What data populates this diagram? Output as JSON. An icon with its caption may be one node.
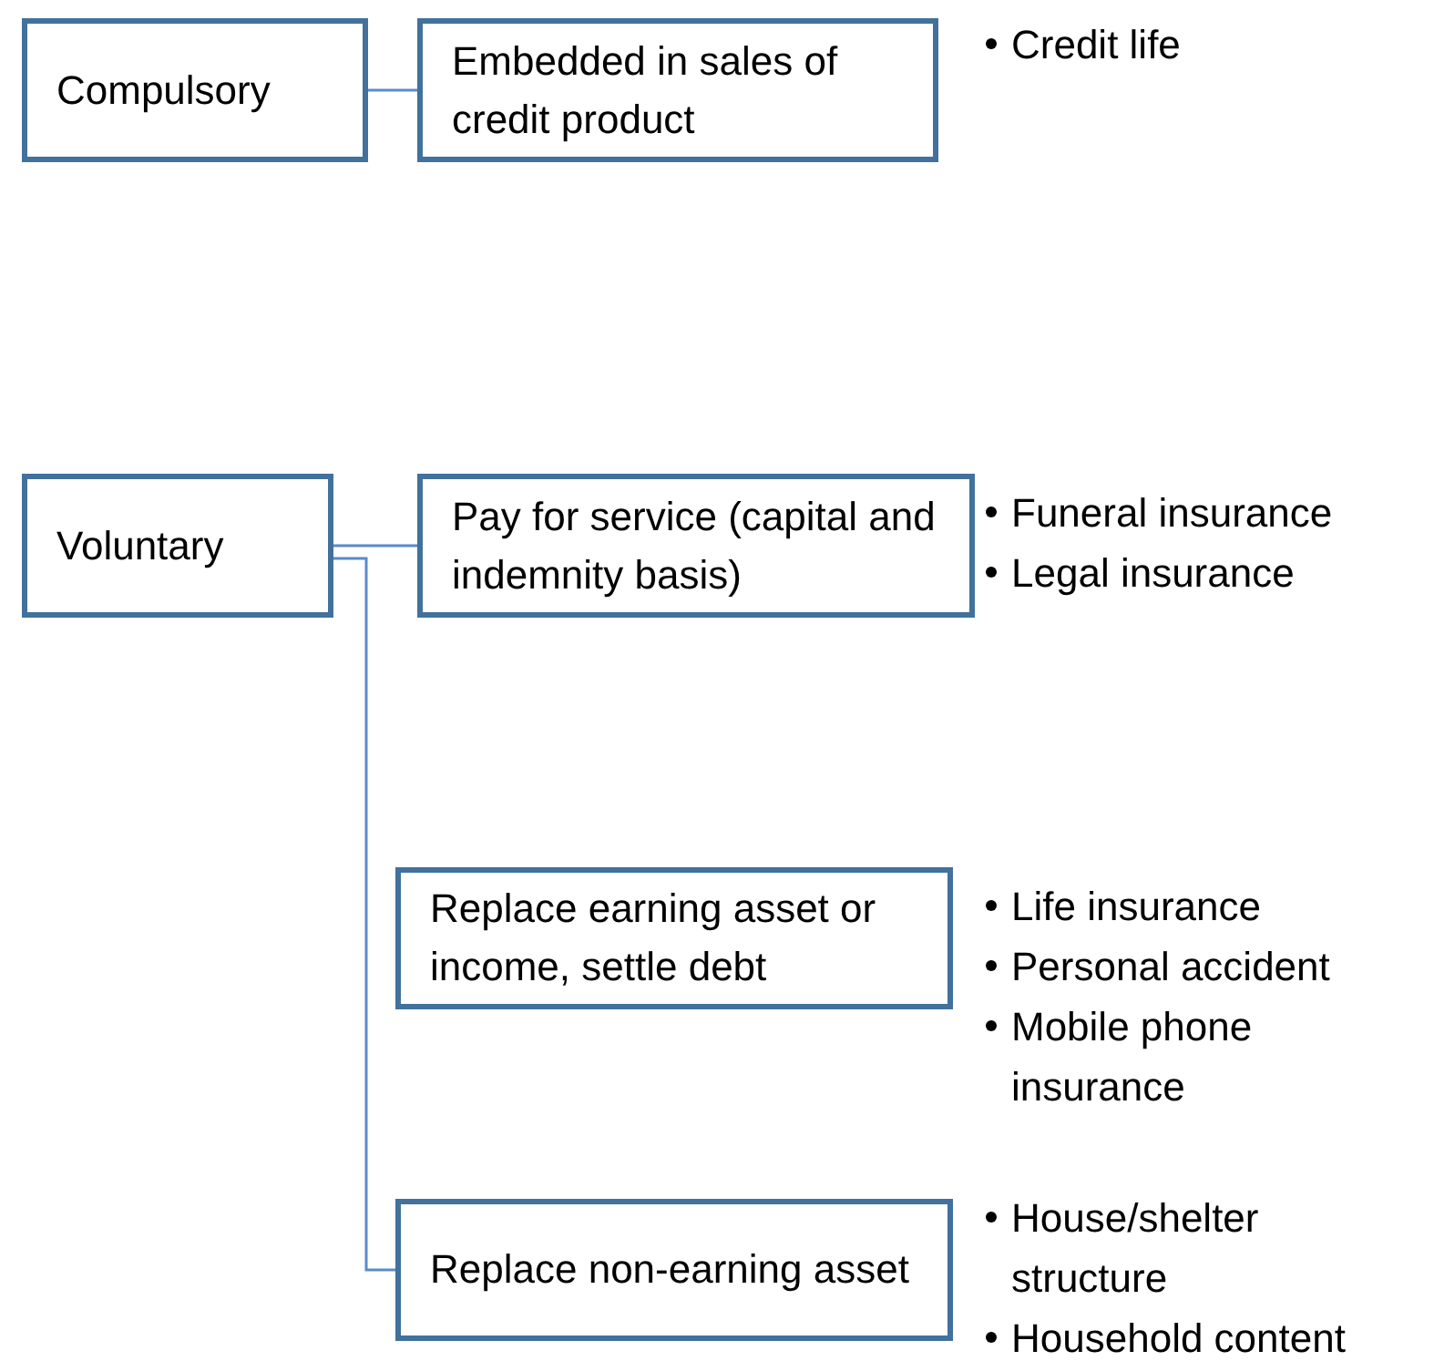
{
  "diagram": {
    "nodes": [
      {
        "text": [
          "Compulsory"
        ]
      },
      {
        "text": [
          "Embedded in sales of credit product"
        ],
        "beside": [
          "Credit life"
        ]
      },
      {
        "text": [
          "Voluntary"
        ]
      },
      {
        "text": [
          "Pay for service (capital and indemnity basis)"
        ],
        "beside": [
          "Funeral insurance",
          "Legal insurance"
        ]
      },
      {
        "text": [
          "Replace earning asset or income, settle debt"
        ],
        "beside": [
          "Life insurance",
          "Personal accident",
          "Mobile phone insurance"
        ]
      },
      {
        "text": [
          "Replace non-earning asset"
        ],
        "beside": [
          "House/shelter structure",
          "Household content"
        ]
      }
    ],
    "edges": [
      {
        "from": 0,
        "to": 1,
        "arrow": "none"
      },
      {
        "from": 2,
        "to": 3,
        "arrow": "none"
      },
      {
        "from": 2,
        "to": 5,
        "arrow": "none"
      }
    ]
  }
}
